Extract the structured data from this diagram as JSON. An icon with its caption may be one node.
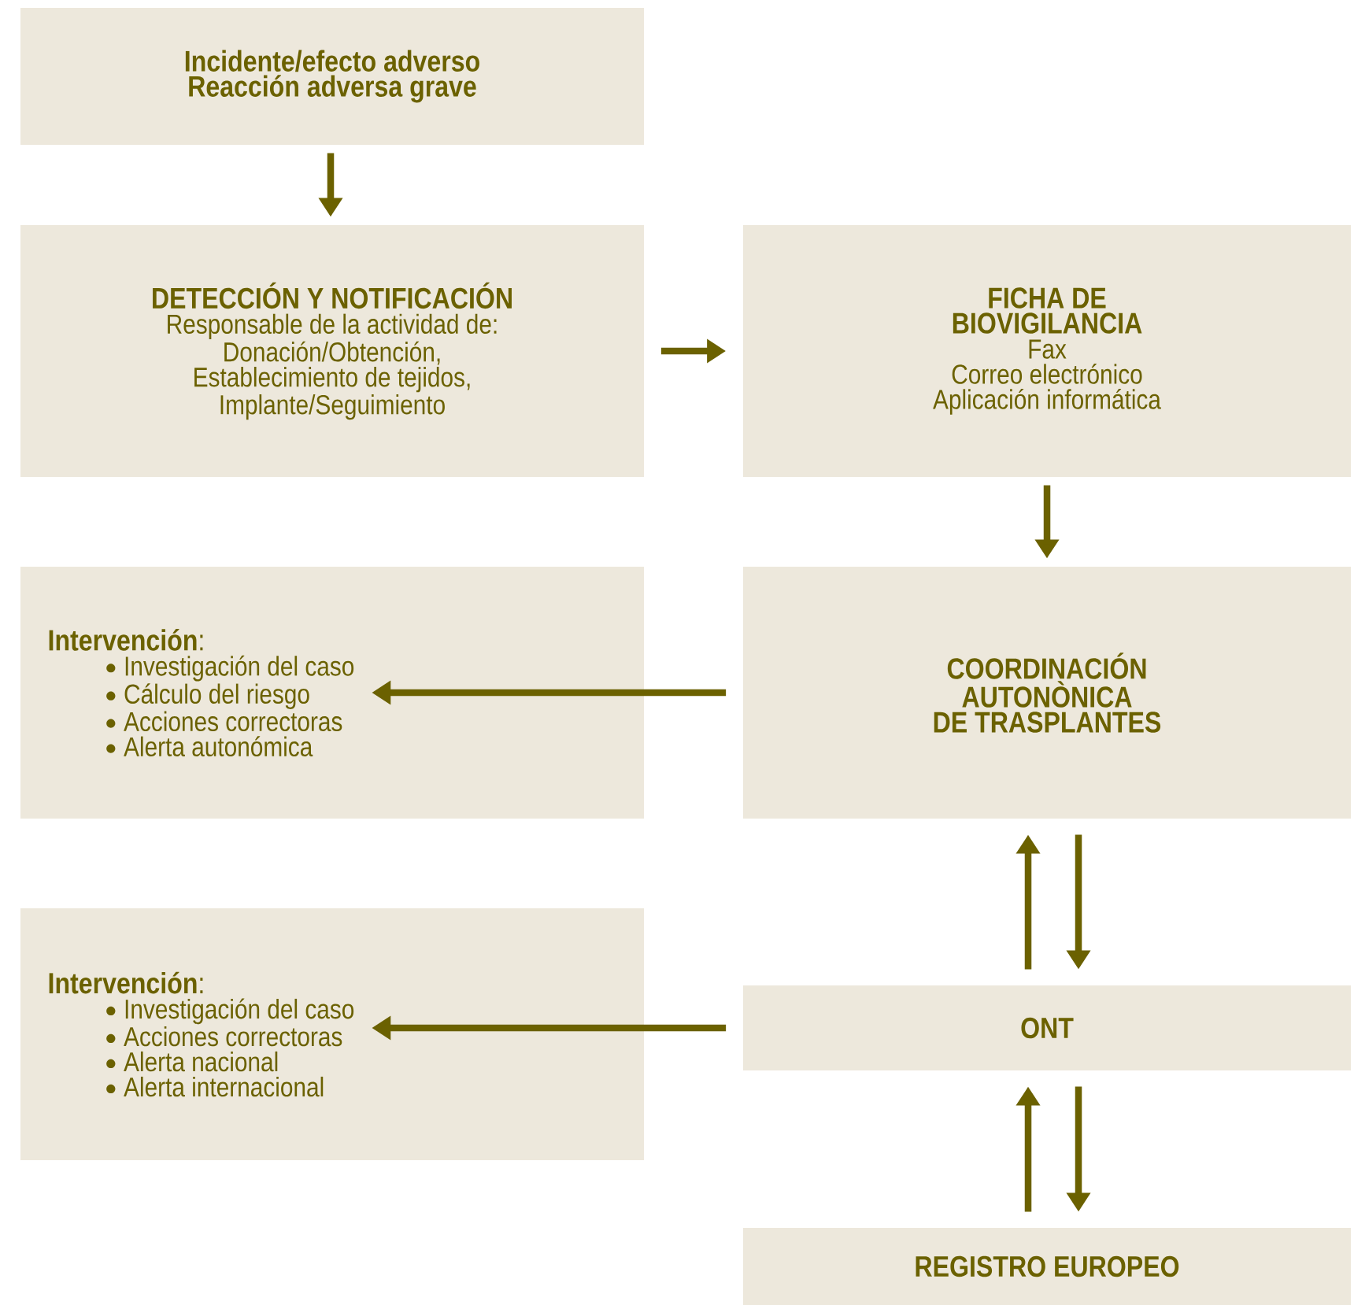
{
  "diagram": {
    "nodes": [
      {
        "text": [
          "Incidente/efecto adverso",
          "Reacción adversa grave"
        ]
      },
      {
        "text": [
          "DETECCIÓN Y NOTIFICACIÓN",
          "Responsable de la actividad de:",
          "Donación/Obtención,",
          "Establecimiento de tejidos,",
          "Implante/Seguimiento"
        ]
      },
      {
        "text": [
          "FICHA DE",
          "BIOVIGILANCIA",
          "Fax",
          "Correo electrónico",
          "Aplicación informática"
        ]
      },
      {
        "text": [
          "**Intervención**:",
          "Investigación del caso",
          "Cálculo del riesgo",
          "Acciones correctoras",
          "Alerta autonómica"
        ]
      },
      {
        "text": [
          "COORDINACIÓN",
          "AUTONÒNICA",
          "DE TRASPLANTES"
        ]
      },
      {
        "text": [
          "**Intervención**:",
          "Investigación del caso",
          "Acciones correctoras",
          "Alerta nacional",
          "Alerta internacional"
        ]
      },
      {
        "text": [
          "ONT"
        ]
      },
      {
        "text": [
          "REGISTRO EUROPEO"
        ]
      }
    ],
    "edges": [
      {
        "from": 0,
        "to": 1,
        "arrow": "to"
      },
      {
        "from": 1,
        "to": 2,
        "arrow": "to"
      },
      {
        "from": 2,
        "to": 4,
        "arrow": "to"
      },
      {
        "from": 4,
        "to": 3,
        "arrow": "to"
      },
      {
        "from": 6,
        "to": 4,
        "arrow": "to"
      },
      {
        "from": 4,
        "to": 6,
        "arrow": "to"
      },
      {
        "from": 6,
        "to": 5,
        "arrow": "to"
      },
      {
        "from": 7,
        "to": 6,
        "arrow": "to"
      },
      {
        "from": 6,
        "to": 7,
        "arrow": "to"
      }
    ]
  }
}
